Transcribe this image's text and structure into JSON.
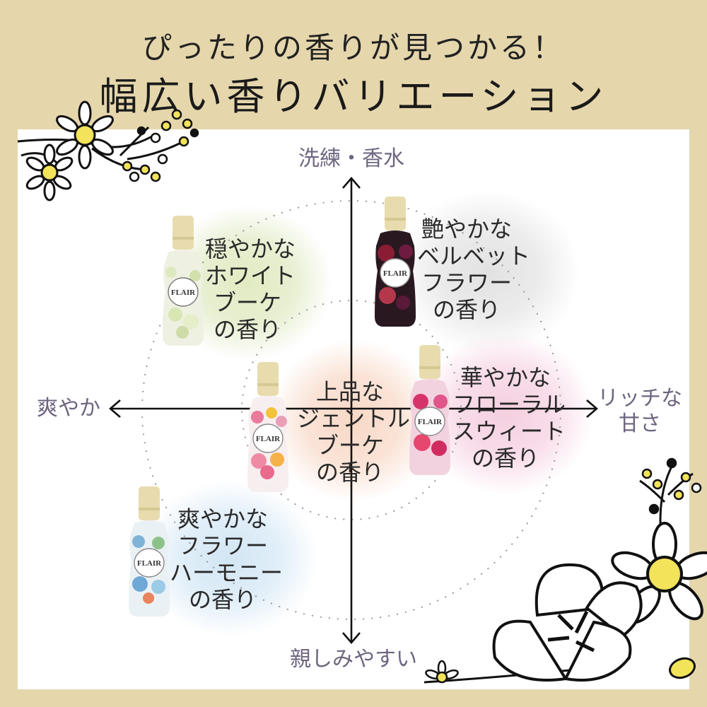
{
  "header": {
    "line1": "ぴったりの香りが見つかる！",
    "line2": "幅広い香りバリエーション"
  },
  "colors": {
    "background": "#e5d6ac",
    "panel": "#ffffff",
    "axis_label": "#6e6680",
    "axis_line": "#111111",
    "dotted_circle": "#9a9a9a",
    "glow_green": "#e3ecc6",
    "glow_gray": "#e6e6e6",
    "glow_peach": "#f8dccd",
    "glow_pink": "#f6d6e6",
    "glow_blue": "#d8e9f5"
  },
  "axes": {
    "top": "洗練・香水",
    "bottom": "親しみやすい",
    "left": "爽やか",
    "right_line1": "リッチな",
    "right_line2": "甘さ"
  },
  "products": [
    {
      "id": "white-bouquet",
      "brand": "FLAIR",
      "lines": [
        "穏やかな",
        "ホワイト",
        "ブーケ",
        "の香り"
      ],
      "glow": "green",
      "bottle_color": "#e9eedb"
    },
    {
      "id": "velvet-flower",
      "brand": "FLAIR",
      "lines": [
        "艶やかな",
        "ベルベット",
        "フラワー",
        "の香り"
      ],
      "glow": "gray",
      "bottle_color": "#2e1a22"
    },
    {
      "id": "gentle-bouquet",
      "brand": "FLAIR",
      "lines": [
        "上品な",
        "ジェントル",
        "ブーケ",
        "の香り"
      ],
      "glow": "peach",
      "bottle_color": "#f6e8ea"
    },
    {
      "id": "floral-sweet",
      "brand": "FLAIR",
      "lines": [
        "華やかな",
        "フローラル",
        "スウィート",
        "の香り"
      ],
      "glow": "pink",
      "bottle_color": "#f2c9d8"
    },
    {
      "id": "flower-harmony",
      "brand": "FLAIR",
      "lines": [
        "爽やかな",
        "フラワー",
        "ハーモニー",
        "の香り"
      ],
      "glow": "blue",
      "bottle_color": "#e4eef4"
    }
  ],
  "chart_data": {
    "type": "positioning-map",
    "title": "幅広い香りバリエーション",
    "subtitle": "ぴったりの香りが見つかる！",
    "x_axis": {
      "negative": "爽やか",
      "positive": "リッチな甘さ"
    },
    "y_axis": {
      "negative": "親しみやすい",
      "positive": "洗練・香水"
    },
    "points": [
      {
        "label": "穏やかなホワイトブーケの香り",
        "x": -0.6,
        "y": 0.55
      },
      {
        "label": "艶やかなベルベットフラワーの香り",
        "x": 0.3,
        "y": 0.6
      },
      {
        "label": "上品なジェントルブーケの香り",
        "x": 0.05,
        "y": 0.0
      },
      {
        "label": "華やかなフローラルスウィートの香り",
        "x": 0.55,
        "y": 0.05
      },
      {
        "label": "爽やかなフラワーハーモニーの香り",
        "x": -0.65,
        "y": -0.55
      }
    ],
    "grid": false,
    "decoration": "two concentric dotted circles"
  }
}
